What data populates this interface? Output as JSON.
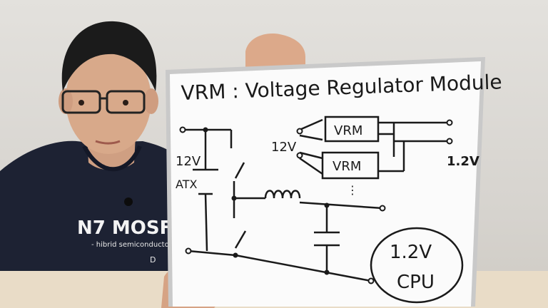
{
  "board": {
    "title": "VRM : Voltage Regulator Module",
    "label_12v_left": "12V",
    "label_atx": "ATX",
    "label_12v_in": "12V",
    "label_vrm_top": "VRM",
    "label_vrm_bottom": "VRM",
    "label_1_2v_out": "1.2V",
    "label_dots": "⋮",
    "label_cpu_voltage": "1.2V",
    "label_cpu": "CPU"
  },
  "shirt": {
    "logo_text": "N7 MOSFE",
    "subtitle": "- hibrid semiconductor dev",
    "small_mark": "D"
  },
  "colors": {
    "board_white": "#fbfbfb",
    "board_frame": "#c9c9c9",
    "ink": "#1a1a1a",
    "shirt_navy": "#1d2233",
    "skin": "#d8a98a",
    "hair": "#1b1b1b",
    "marker_red": "#c8222a"
  }
}
